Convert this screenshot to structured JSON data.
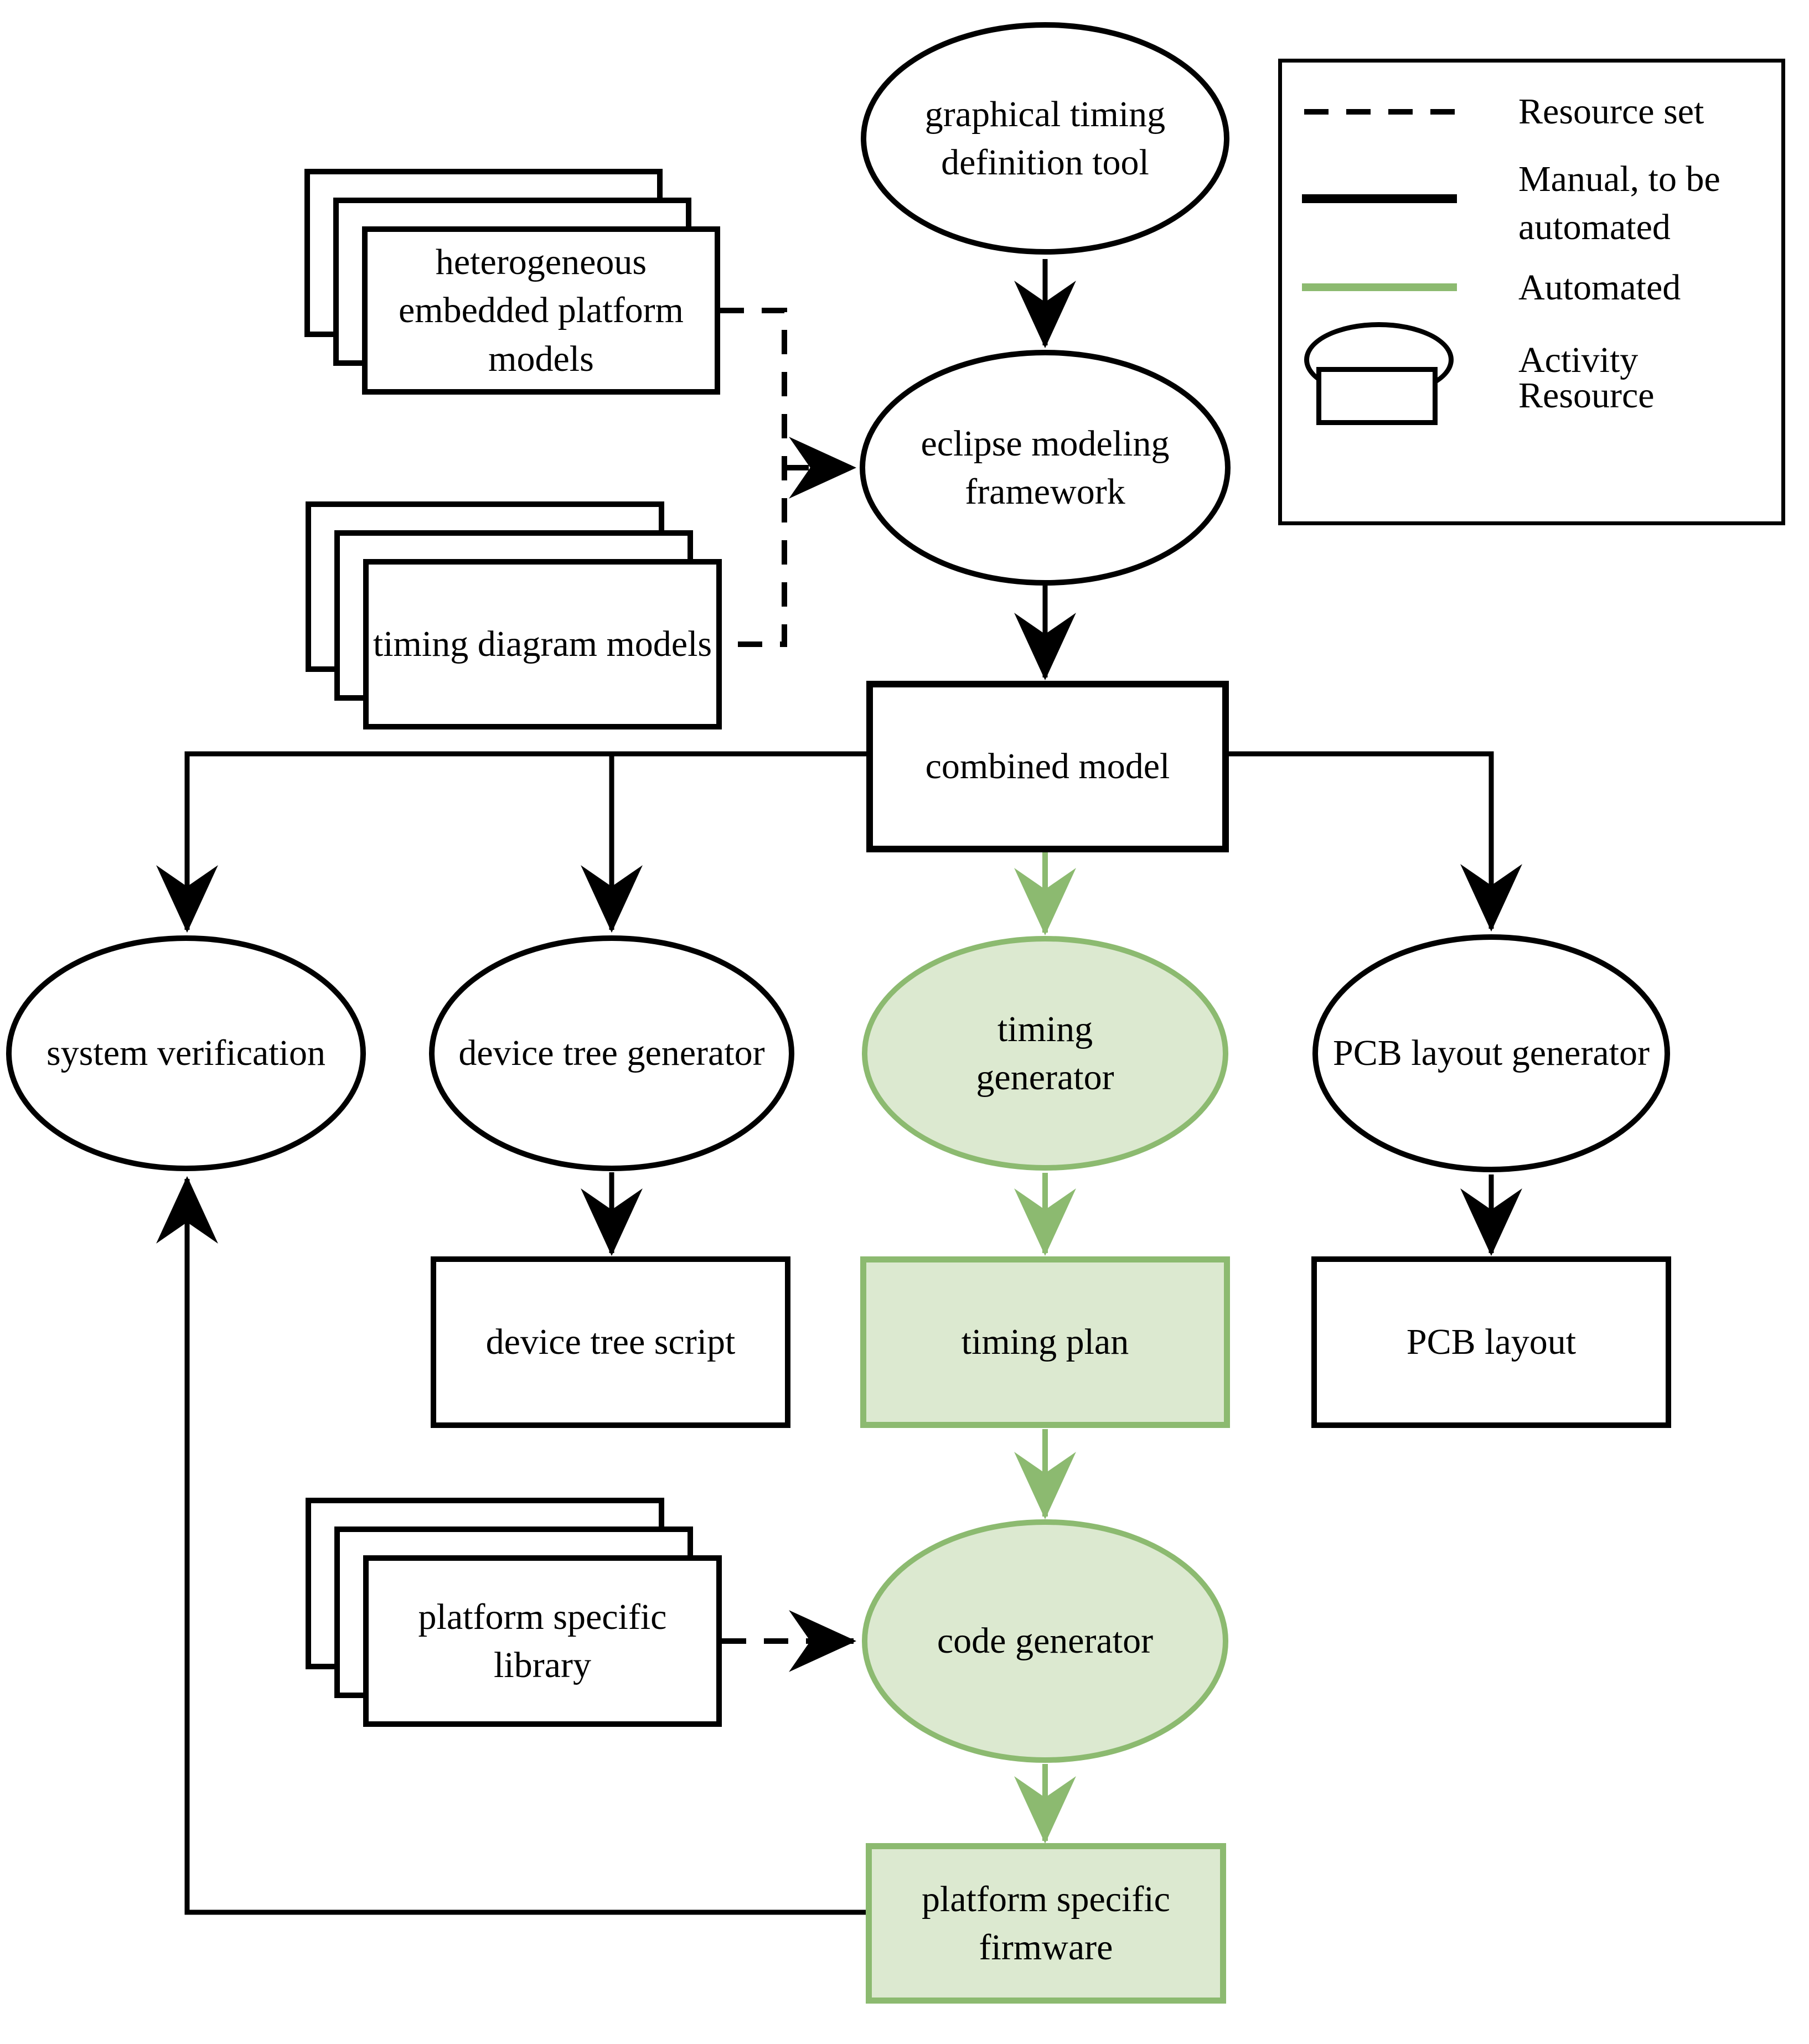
{
  "colors": {
    "line_black": "#000000",
    "automated_green": "#8CBA70",
    "automated_fill": "#DCE9D0",
    "background": "#FFFFFF"
  },
  "nodes": {
    "graphical_timing_definition_tool": {
      "type": "activity",
      "lines": [
        "graphical timing",
        "definition tool"
      ]
    },
    "eclipse_modeling_framework": {
      "type": "activity",
      "lines": [
        "eclipse modeling",
        "framework"
      ]
    },
    "heterogeneous_embedded_platform_models": {
      "type": "resource-set",
      "lines": [
        "heterogeneous",
        "embedded platform",
        "models"
      ]
    },
    "timing_diagram_models": {
      "type": "resource-set",
      "lines": [
        "timing diagram models"
      ]
    },
    "combined_model": {
      "type": "resource",
      "lines": [
        "combined model"
      ]
    },
    "system_verification": {
      "type": "activity",
      "lines": [
        "system verification"
      ]
    },
    "device_tree_generator": {
      "type": "activity",
      "lines": [
        "device tree generator"
      ]
    },
    "timing_generator": {
      "type": "activity",
      "automated": true,
      "lines": [
        "timing",
        "generator"
      ]
    },
    "pcb_layout_generator": {
      "type": "activity",
      "lines": [
        "PCB layout generator"
      ]
    },
    "device_tree_script": {
      "type": "resource",
      "lines": [
        "device tree script"
      ]
    },
    "timing_plan": {
      "type": "resource",
      "automated": true,
      "lines": [
        "timing plan"
      ]
    },
    "pcb_layout": {
      "type": "resource",
      "lines": [
        "PCB layout"
      ]
    },
    "platform_specific_library": {
      "type": "resource-set",
      "lines": [
        "platform specific library"
      ]
    },
    "code_generator": {
      "type": "activity",
      "automated": true,
      "lines": [
        "code generator"
      ]
    },
    "platform_specific_firmware": {
      "type": "resource",
      "automated": true,
      "lines": [
        "platform specific",
        "firmware"
      ]
    }
  },
  "legend": {
    "items": [
      {
        "symbol": "dashed-line",
        "label": "Resource set"
      },
      {
        "symbol": "solid-line",
        "label": "Manual, to be automated"
      },
      {
        "symbol": "green-line",
        "label": "Automated"
      },
      {
        "symbol": "ellipse",
        "label": "Activity"
      },
      {
        "symbol": "rectangle",
        "label": "Resource"
      }
    ]
  }
}
